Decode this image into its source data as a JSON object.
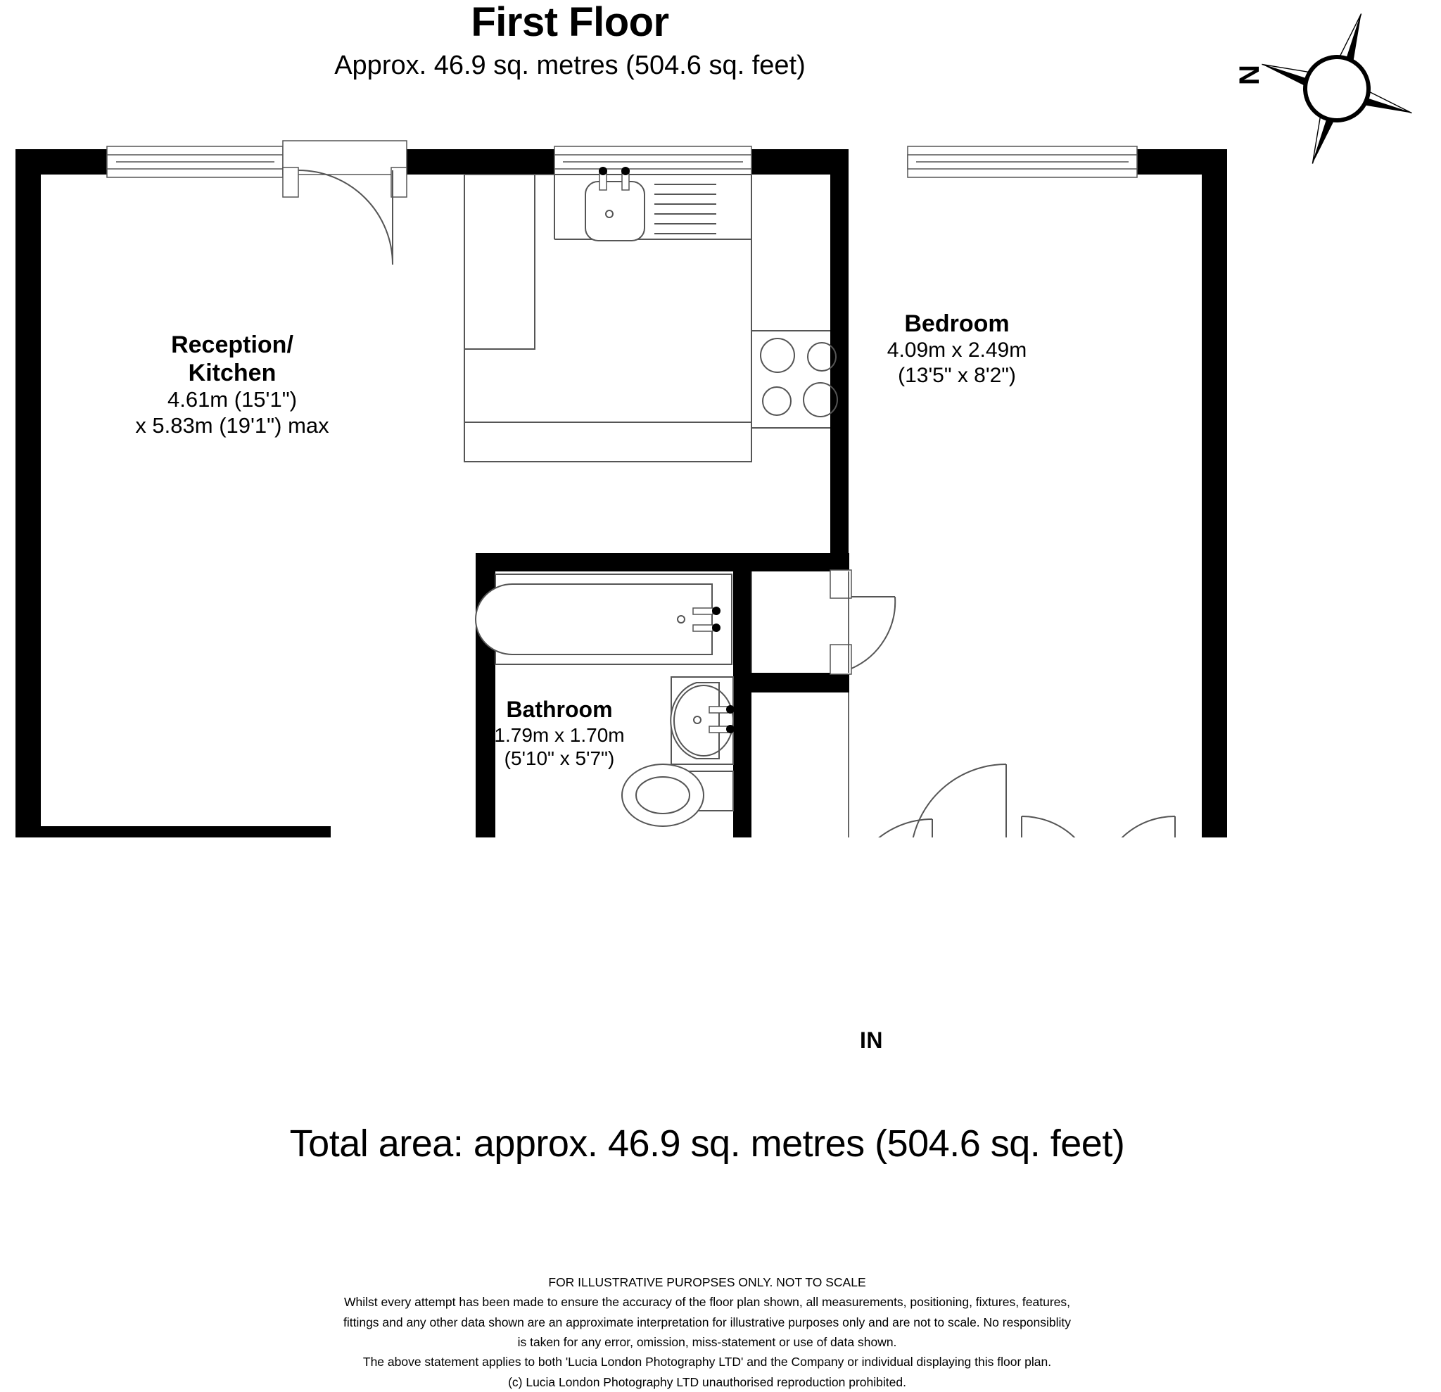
{
  "header": {
    "title": "First Floor",
    "subtitle": "Approx. 46.9 sq. metres (504.6 sq. feet)"
  },
  "compass": {
    "north_label": "N",
    "icon": "compass-rose-icon"
  },
  "rooms": [
    {
      "name": "Reception/",
      "name2": "Kitchen",
      "dim_metric": "4.61m (15'1\")",
      "dim_imperial": "x 5.83m (19'1\") max"
    },
    {
      "name": "Bedroom",
      "dim_metric": "4.09m x 2.49m",
      "dim_imperial": "(13'5\" x 8'2\")"
    },
    {
      "name": "Bathroom",
      "dim_metric": "1.79m x 1.70m",
      "dim_imperial": "(5'10\" x 5'7\")"
    }
  ],
  "entrance": {
    "label": "IN"
  },
  "total_area": "Total area: approx. 46.9 sq. metres (504.6 sq. feet)",
  "disclaimer": {
    "line1": "FOR ILLUSTRATIVE PUROPSES ONLY.  NOT TO SCALE",
    "line2": "Whilst every attempt has been made to ensure the accuracy of the floor plan shown, all measurements, positioning, fixtures, features,",
    "line3": "fittings and any other data shown are an approximate interpretation for illustrative purposes only and are not to scale.  No responsiblity",
    "line4": "is taken for any error, omission, miss-statement or use of data shown.",
    "line5": "The above statement applies to both 'Lucia London Photography LTD' and the Company or individual displaying this floor plan.",
    "line6": "(c) Lucia London Photography LTD unauthorised reproduction prohibited."
  },
  "colors": {
    "wall": "#000000",
    "fixture_line": "#4a4a4a",
    "background": "#ffffff"
  }
}
